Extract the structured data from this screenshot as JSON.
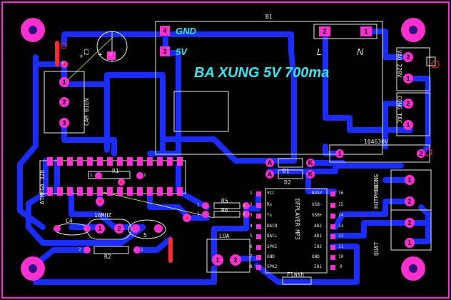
{
  "board": {
    "title": "BA XUNG 5V 700ma",
    "b1": "B1",
    "gnd": "GND",
    "v5": "5V",
    "l": "L",
    "n": "N"
  },
  "pads": {
    "p4": "4",
    "p3": "3",
    "p2": "2",
    "p1": "1",
    "c2a": "1",
    "c2b": "2",
    "cam1": "1",
    "cam2": "2",
    "cam3": "3",
    "vao1": "2",
    "vao2": "1",
    "ct1": "2",
    "ct2": "1",
    "hut1": "1",
    "hut2": "2",
    "hut3": "2",
    "r1a": "1",
    "r1b": "2",
    "r2a": "2",
    "r2b": "1",
    "r5a": "1",
    "r5b": "2",
    "r6a": "1",
    "r6b": "2",
    "x1": "1",
    "x2": "2",
    "loa1": "1",
    "loa2": "2",
    "d1a": "A",
    "d1k": "K",
    "d2a": "A",
    "d2k": "K",
    "ic_left": [
      "1",
      "2",
      "3",
      "4",
      "5",
      "6",
      "7",
      "8"
    ],
    "ic_right": [
      "16",
      "15",
      "14",
      "13",
      "12",
      "11",
      "10",
      "9"
    ],
    "p5": "5",
    "f1": "1",
    "f2": "2"
  },
  "labels": {
    "c2": "C2",
    "cam_bien": "CAM BIEN",
    "vao_220": "VAO 220V",
    "cong_tac": "CONG TAC",
    "fuse": "104630V",
    "hut_phun": "HUTPHUN",
    "suong": "SUONG",
    "quat": "QUAT",
    "atmega": "ATMEGA 328",
    "r1": "R1",
    "r2": "R2",
    "r5": "R5",
    "r6": "R6",
    "c4": "C4",
    "crystal": "16MHZ",
    "loa": "LOA",
    "d1": "D1",
    "d2": "D2",
    "dfplayer": "DFPLAYER MP3",
    "flash": "Flash",
    "ic_left": [
      "VCC",
      "Rx",
      "Tx",
      "DACR",
      "DACL",
      "SPK1",
      "GND",
      "SPK2"
    ],
    "ic_right": [
      "BUSY",
      "USB-",
      "USB+",
      "AD2",
      "AD1",
      "IO2",
      "GND",
      "IO1"
    ]
  },
  "colors": {
    "background": "#000000",
    "trace": "#1a2cff",
    "pad": "#ff2fd0",
    "title": "#35e6f0",
    "silk": "#e8e8e8",
    "red": "#ff2a2a"
  }
}
